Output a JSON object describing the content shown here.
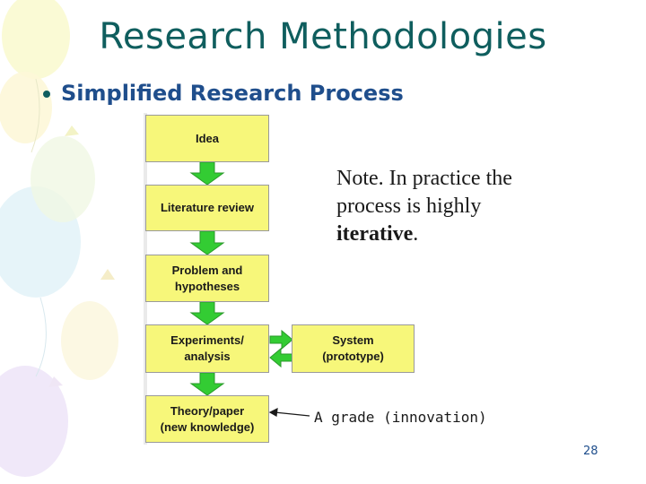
{
  "slide": {
    "title": "Research Methodologies",
    "bullet": "Simplified Research Process",
    "page_number": "28"
  },
  "diagram": {
    "steps": [
      {
        "id": "idea",
        "label": "Idea"
      },
      {
        "id": "literature-review",
        "label": "Literature review"
      },
      {
        "id": "problem-hypotheses",
        "label": "Problem and\nhypotheses"
      },
      {
        "id": "experiments-analysis",
        "label": "Experiments/\nanalysis"
      },
      {
        "id": "theory-paper",
        "label": "Theory/paper\n(new knowledge)"
      }
    ],
    "side_box": {
      "label": "System\n(prototype)"
    },
    "note": {
      "line1": "Note. In practice the",
      "line2": "process is highly",
      "bold_word": "iterative",
      "end_punct": "."
    },
    "annotation": "A grade (innovation)",
    "colors": {
      "box_fill": "#f7f77a",
      "box_border": "#9a9a9a",
      "arrow_green": "#33cc33",
      "title_color": "#0f5e5e",
      "bullet_color": "#1f4e8c"
    }
  }
}
